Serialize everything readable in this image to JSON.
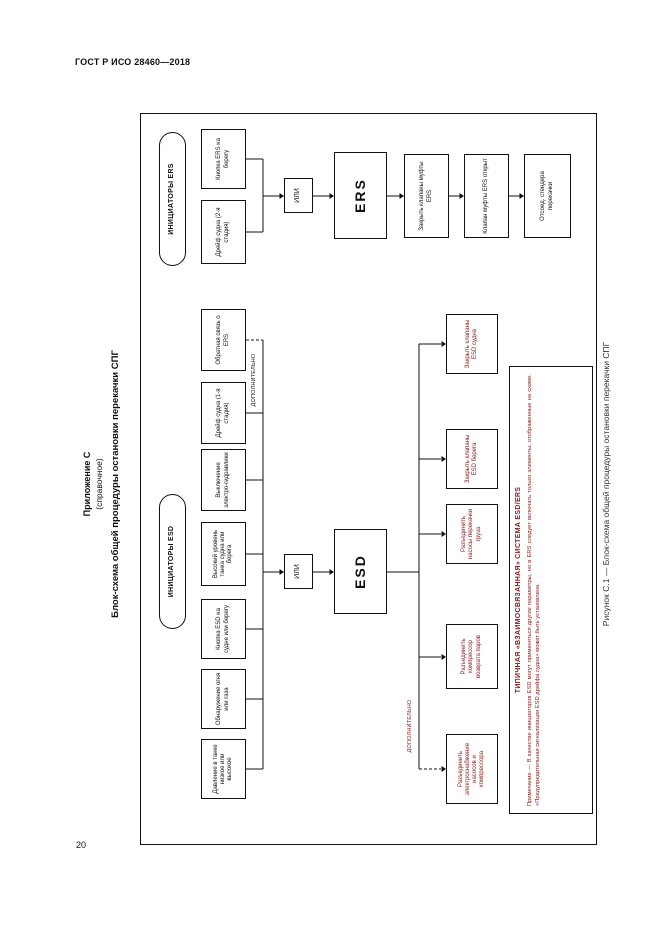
{
  "page": {
    "header": "ГОСТ Р ИСО 28460—2018",
    "page_number": "20"
  },
  "appendix": {
    "label": "Приложение С",
    "type": "(справочное)",
    "title": "Блок-схема общей процедуры остановки перекачки СПГ"
  },
  "figure": {
    "caption": "Рисунок С.1 — Блок-схема общей процедуры остановки перекачки СПГ"
  },
  "colors": {
    "accent_red": "#8b1a1a",
    "line_black": "#111111"
  },
  "esd": {
    "header": "ИНИЦИАТОРЫ ESD",
    "initiators": [
      {
        "label": "Давление в танке низкое или высокое"
      },
      {
        "label": "Обнаружение огня или газа"
      },
      {
        "label": "Кнопка ESD на судне или берегу"
      },
      {
        "label": "Высокий уровень танка судна или берега"
      },
      {
        "label": "Выключение электро-гидравлики"
      },
      {
        "label": "Дрейф судна (1-я стадия)"
      },
      {
        "label": "Обратная связь о ERS",
        "optional": true
      }
    ],
    "optional_label_initiator": "ДОПОЛНИТЕЛЬНО",
    "or_label": "ИЛИ",
    "system": "ESD",
    "optional_label_action": "ДОПОЛНИТЕЛЬНО",
    "actions": [
      {
        "label": "Разъединить электроснабжение насосов и компрессора",
        "optional": true
      },
      {
        "label": "Разъединить компрессор возврата паров"
      },
      {
        "label": "Разъединить насосы перекачки груза"
      },
      {
        "label": "Закрыть клапаны ESD берега"
      },
      {
        "label": "Закрыть клапаны ESD судна"
      }
    ]
  },
  "ers": {
    "header": "ИНИЦИАТОРЫ ERS",
    "initiators": [
      {
        "label": "Дрейф судна (2-я стадия)"
      },
      {
        "label": "Кнопка ERS на берегу"
      }
    ],
    "or_label": "ИЛИ",
    "system": "ERS",
    "sequence": [
      {
        "label": "Закрыть клапаны муфты ERS"
      },
      {
        "label": "Клапан муфты ERS открыт"
      },
      {
        "label": "Отсоед. стендера перекачки"
      }
    ]
  },
  "note_box": {
    "title": "ТИПИЧНАЯ «ВЗАИМОСВЯЗАННАЯ» СИСТЕМА ESD/ERS",
    "note": "Примечание — В качестве инициаторов ESD могут применяться другие параметры, но в ERS следует включать только элементы, отображенные на схеме. «Предупредительная сигнализация ESD дрейфа судна» может быть установлена."
  }
}
